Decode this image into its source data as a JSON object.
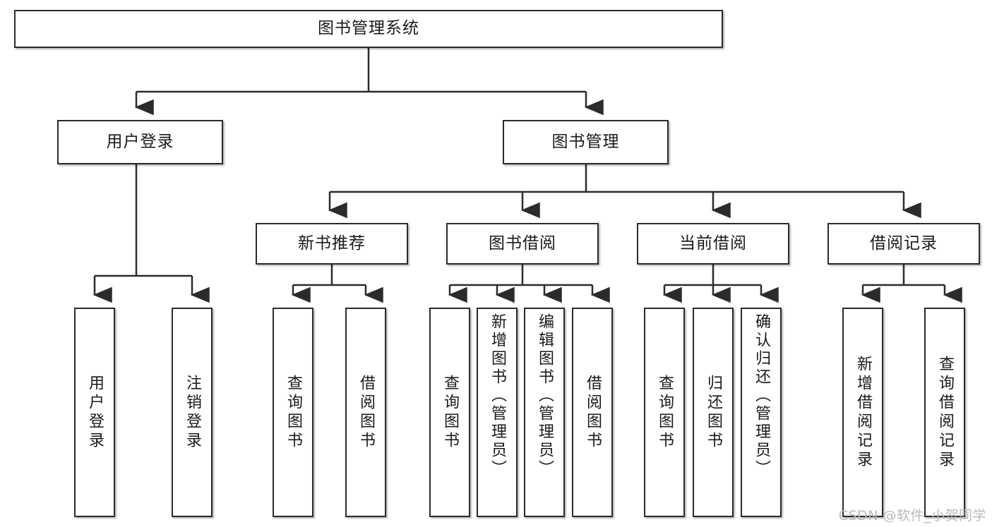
{
  "diagram": {
    "type": "tree",
    "title": "图书管理系统",
    "orientation": "top-down",
    "colors": {
      "box_border": "#2b2b2b",
      "box_fill": "#ffffff",
      "edge": "#2b2b2b",
      "watermark": "#b9b9b9",
      "background": "#ffffff"
    }
  },
  "root": {
    "label": "图书管理系统"
  },
  "level2": [
    {
      "label": "用户登录"
    },
    {
      "label": "图书管理"
    }
  ],
  "level3": [
    {
      "label": "新书推荐"
    },
    {
      "label": "图书借阅"
    },
    {
      "label": "当前借阅"
    },
    {
      "label": "借阅记录"
    }
  ],
  "leaves": {
    "user_login": [
      {
        "label": "用户登录"
      },
      {
        "label": "注销登录"
      }
    ],
    "new_book": [
      {
        "label": "查询图书"
      },
      {
        "label": "借阅图书"
      }
    ],
    "book_borrow": [
      {
        "label": "查询图书"
      },
      {
        "label": "新增图书（管理员）"
      },
      {
        "label": "编辑图书（管理员）"
      },
      {
        "label": "借阅图书"
      }
    ],
    "current_borrow": [
      {
        "label": "查询图书"
      },
      {
        "label": "归还图书"
      },
      {
        "label": "确认归还（管理员）"
      }
    ],
    "borrow_record": [
      {
        "label": "新增借阅记录"
      },
      {
        "label": "查询借阅记录"
      }
    ]
  },
  "watermark": {
    "text": "CSDN @软件_小贺同学"
  }
}
